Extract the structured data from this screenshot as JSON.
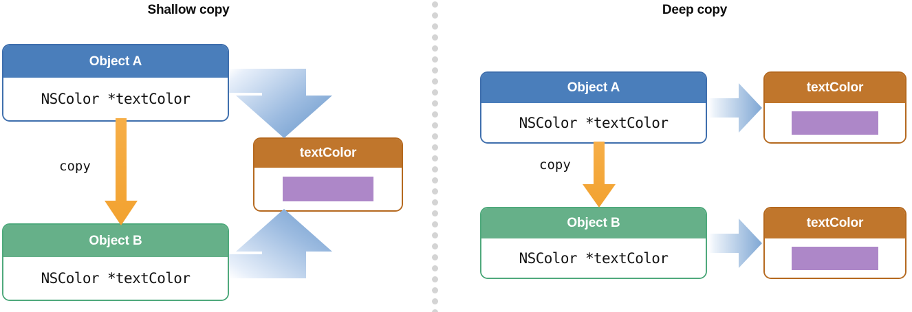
{
  "panels": {
    "left": {
      "title": "Shallow copy",
      "nodes": {
        "object_a": {
          "header": "Object A",
          "body": "NSColor *textColor",
          "header_color": "#4a7ebb",
          "border_color": "#3f6fad"
        },
        "object_b": {
          "header": "Object B",
          "body": "NSColor *textColor",
          "header_color": "#66b089",
          "border_color": "#4fa97c"
        },
        "text_color": {
          "header": "textColor",
          "swatch_color": "#ad87c8",
          "header_color": "#c0762c",
          "border_color": "#b5691f"
        }
      },
      "copy_label": "copy",
      "copy_arrow_color": "#f5a83c",
      "ref_arrow_color": "#7fa7d4"
    },
    "right": {
      "title": "Deep copy",
      "nodes": {
        "object_a": {
          "header": "Object A",
          "body": "NSColor *textColor",
          "header_color": "#4a7ebb",
          "border_color": "#3f6fad"
        },
        "object_b": {
          "header": "Object B",
          "body": "NSColor *textColor",
          "header_color": "#66b089",
          "border_color": "#4fa97c"
        },
        "text_color_a": {
          "header": "textColor",
          "swatch_color": "#ad87c8",
          "header_color": "#c0762c",
          "border_color": "#b5691f"
        },
        "text_color_b": {
          "header": "textColor",
          "swatch_color": "#ad87c8",
          "header_color": "#c0762c",
          "border_color": "#b5691f"
        }
      },
      "copy_label": "copy",
      "copy_arrow_color": "#f5a83c",
      "ref_arrow_color": "#7fa7d4"
    }
  },
  "divider": {
    "dot_color": "#d4d4d4",
    "dot_count": 29
  }
}
